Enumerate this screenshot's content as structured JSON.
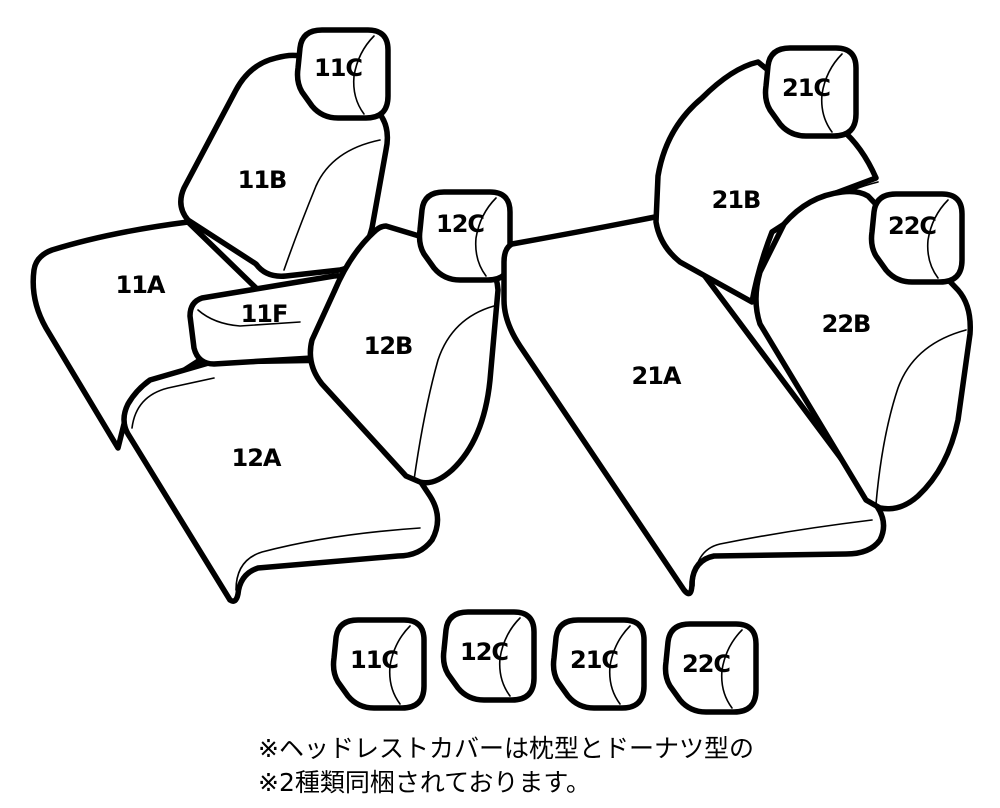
{
  "parts": {
    "p11A": "11A",
    "p11B": "11B",
    "p11C": "11C",
    "p11F": "11F",
    "p12A": "12A",
    "p12B": "12B",
    "p12C": "12C",
    "p21A": "21A",
    "p21B": "21B",
    "p21C": "21C",
    "p22B": "22B",
    "p22C": "22C"
  },
  "headrest_row": [
    "11C",
    "12C",
    "21C",
    "22C"
  ],
  "notes": [
    "※ヘッドレストカバーは枕型とドーナツ型の",
    "※2種類同梱されております。"
  ]
}
